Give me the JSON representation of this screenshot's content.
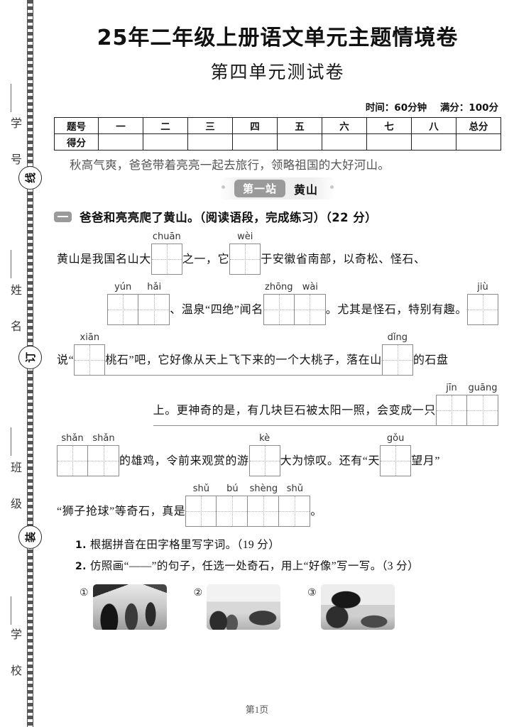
{
  "margin": {
    "labels": [
      {
        "text": "学 号"
      },
      {
        "text": "姓 名"
      },
      {
        "text": "班 级"
      },
      {
        "text": "学 校"
      }
    ],
    "seals": [
      {
        "char": "线"
      },
      {
        "char": "订"
      },
      {
        "char": "装"
      }
    ]
  },
  "header": {
    "title": "25年二年级上册语文单元主题情境卷",
    "subtitle": "第四单元测试卷",
    "time_label": "时间：60分钟",
    "total_label": "满分：100分"
  },
  "score_table": {
    "row1_head": "题号",
    "row2_head": "得分",
    "columns": [
      "一",
      "二",
      "三",
      "四",
      "五",
      "六",
      "七",
      "八",
      "总分"
    ]
  },
  "scenario": "秋高气爽，爸爸带着亮亮一起去旅行，领略祖国的大好河山。",
  "station": {
    "chip": "第一站",
    "name": "黄山"
  },
  "question": {
    "marker": "一",
    "text": "爸爸和亮亮爬了黄山。（阅读语段，完成练习）（22 分）"
  },
  "passage": {
    "rows": [
      {
        "id": "row1",
        "parts": [
          {
            "kind": "text",
            "value": "黄山是我国名山大"
          },
          {
            "kind": "grid",
            "pinyin": [
              "chuān"
            ]
          },
          {
            "kind": "text",
            "value": "之一，它"
          },
          {
            "kind": "grid",
            "pinyin": [
              "wèi"
            ]
          },
          {
            "kind": "text",
            "value": "于安徽省南部，以奇松、怪石、"
          }
        ]
      },
      {
        "id": "row2",
        "parts": [
          {
            "kind": "grid",
            "pinyin": [
              "yún",
              "hǎi"
            ]
          },
          {
            "kind": "text",
            "value": "、温泉“四绝”闻名"
          },
          {
            "kind": "grid",
            "pinyin": [
              "zhōng",
              "wài"
            ]
          },
          {
            "kind": "text",
            "value": "。尤其是怪石，特别有趣。"
          },
          {
            "kind": "grid",
            "pinyin": [
              "jiù"
            ]
          }
        ]
      },
      {
        "id": "row3",
        "parts": [
          {
            "kind": "text",
            "value": "说“"
          },
          {
            "kind": "grid",
            "pinyin": [
              "xiān"
            ]
          },
          {
            "kind": "text",
            "value": "桃石”吧，它好像从天上飞下来的一个大桃子，落在山",
            "underline": true
          },
          {
            "kind": "grid",
            "pinyin": [
              "dǐng"
            ]
          },
          {
            "kind": "text",
            "value": "的石盘"
          }
        ]
      },
      {
        "id": "row4",
        "parts": [
          {
            "kind": "text",
            "value": "上。更神奇的是，有几块巨石被太阳一照，会变成一只",
            "underline": true
          },
          {
            "kind": "grid",
            "pinyin": [
              "jīn",
              "guāng"
            ]
          }
        ]
      },
      {
        "id": "row5",
        "parts": [
          {
            "kind": "grid",
            "pinyin": [
              "shǎn",
              "shǎn"
            ]
          },
          {
            "kind": "text",
            "value": "的雄鸡，令前来观赏的游"
          },
          {
            "kind": "grid",
            "pinyin": [
              "kè"
            ]
          },
          {
            "kind": "text",
            "value": "大为惊叹。还有“天"
          },
          {
            "kind": "grid",
            "pinyin": [
              "gǒu"
            ]
          },
          {
            "kind": "text",
            "value": "望月”"
          }
        ]
      },
      {
        "id": "row6",
        "parts": [
          {
            "kind": "text",
            "value": "“狮子抢球”等奇石，真是"
          },
          {
            "kind": "grid",
            "pinyin": [
              "shǔ",
              "bú",
              "shèng",
              "shǔ"
            ]
          },
          {
            "kind": "text",
            "value": "。"
          }
        ]
      }
    ]
  },
  "subquestions": [
    {
      "num": "1.",
      "text": "根据拼音在田字格里写字词。（19 分）"
    },
    {
      "num": "2.",
      "text": "仿照画“——”的句子，任选一处奇石，用上“好像”写一写。（3 分）"
    }
  ],
  "photos": [
    {
      "num": "①",
      "alt": "黄山奇石照片一"
    },
    {
      "num": "②",
      "alt": "黄山奇石照片二"
    },
    {
      "num": "③",
      "alt": "黄山奇石照片三"
    }
  ],
  "footer": {
    "page": "第1页"
  }
}
